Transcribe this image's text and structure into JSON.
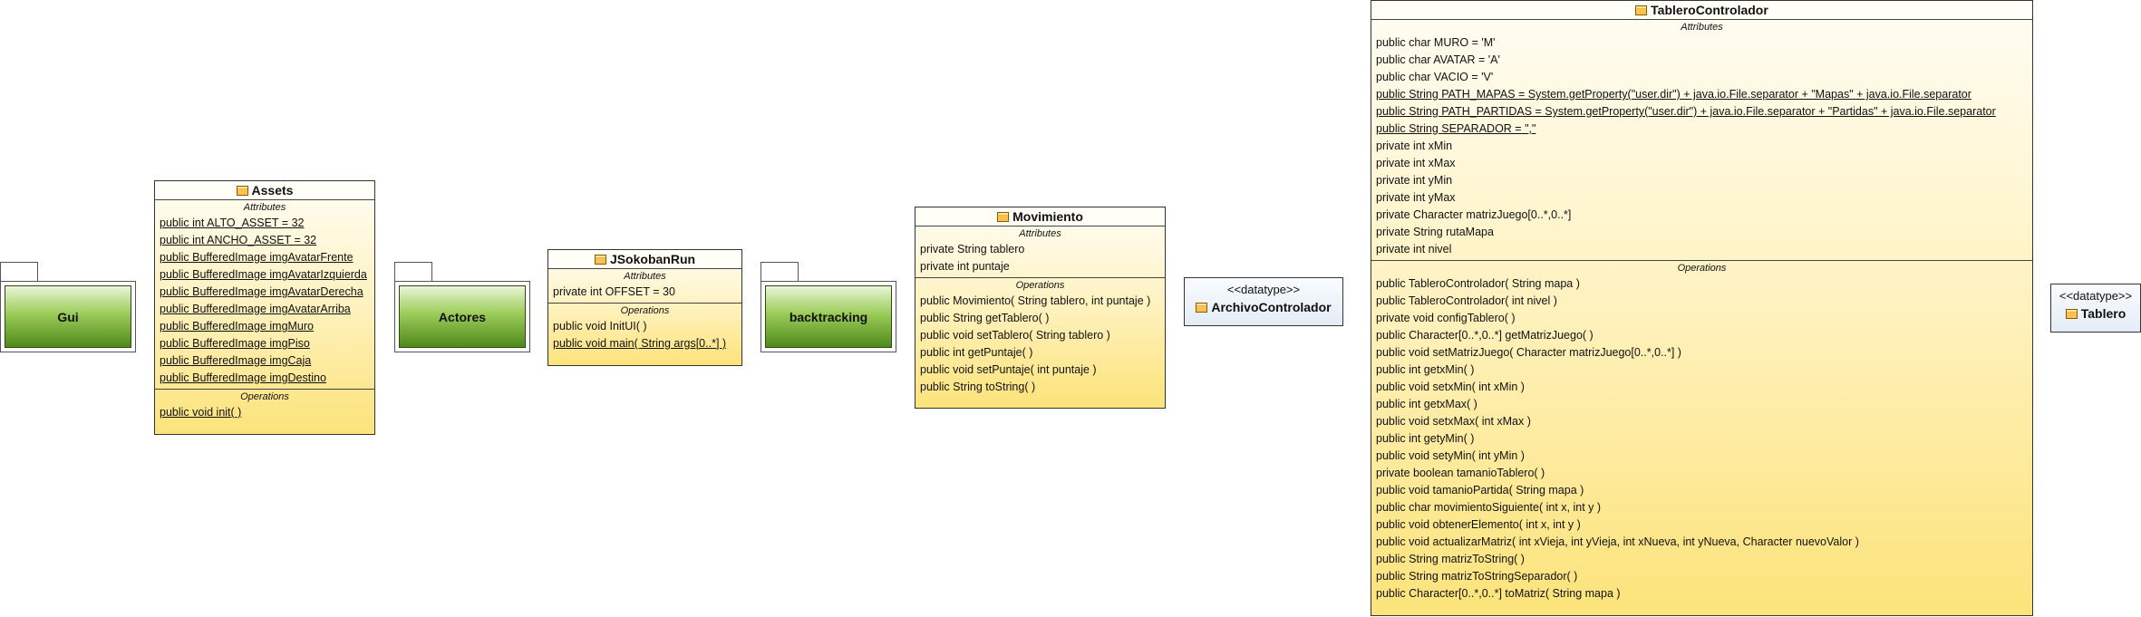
{
  "packages": {
    "gui": "Gui",
    "actores": "Actores",
    "backtracking": "backtracking"
  },
  "icons": {
    "class_icon": "class-icon",
    "datatype_icon": "datatype-icon",
    "package_folder": "package-folder-icon"
  },
  "colors": {
    "class_fill_top": "#fffdf4",
    "class_fill_bottom": "#fce37a",
    "package_green": "#4e8a19",
    "datatype_fill": "#e3ecf6"
  },
  "assets": {
    "name": "Assets",
    "attributes_title": "Attributes",
    "attributes": [
      "public int ALTO_ASSET = 32",
      "public int ANCHO_ASSET = 32",
      "public BufferedImage imgAvatarFrente",
      "public BufferedImage imgAvatarIzquierda",
      "public BufferedImage imgAvatarDerecha",
      "public BufferedImage imgAvatarArriba",
      "public BufferedImage imgMuro",
      "public BufferedImage imgPiso",
      "public BufferedImage imgCaja",
      "public BufferedImage imgDestino"
    ],
    "operations_title": "Operations",
    "operations": [
      "public void  init(  )"
    ]
  },
  "jsokobanrun": {
    "name": "JSokobanRun",
    "attributes_title": "Attributes",
    "attributes": [
      "private int OFFSET = 30"
    ],
    "operations_title": "Operations",
    "operations": [
      "public void  InitUI(  )",
      "public void  main( String args[0..*] )"
    ]
  },
  "movimiento": {
    "name": "Movimiento",
    "attributes_title": "Attributes",
    "attributes": [
      "private String tablero",
      "private int puntaje"
    ],
    "operations_title": "Operations",
    "operations": [
      "public Movimiento( String tablero, int puntaje )",
      "public String  getTablero(  )",
      "public void  setTablero( String tablero )",
      "public int  getPuntaje(  )",
      "public void  setPuntaje( int puntaje )",
      "public String  toString(  )"
    ]
  },
  "archivo": {
    "stereotype": "<<datatype>>",
    "name": "ArchivoControlador"
  },
  "tablerodt": {
    "stereotype": "<<datatype>>",
    "name": "Tablero"
  },
  "tablero": {
    "name": "TableroControlador",
    "attributes_title": "Attributes",
    "attributes": [
      "public char MURO = 'M'",
      "public char AVATAR = 'A'",
      "public char VACIO = 'V'",
      "public String PATH_MAPAS = System.getProperty(\"user.dir\") + java.io.File.separator + \"Mapas\" + java.io.File.separator",
      "public String PATH_PARTIDAS = System.getProperty(\"user.dir\") + java.io.File.separator + \"Partidas\" + java.io.File.separator",
      "public String SEPARADOR = \",\"",
      "private int xMin",
      "private int xMax",
      "private int yMin",
      "private int yMax",
      "private Character matrizJuego[0..*,0..*]",
      "private String rutaMapa",
      "private int nivel"
    ],
    "operations_title": "Operations",
    "operations": [
      "public TableroControlador( String mapa )",
      "public TableroControlador( int nivel )",
      "private void  configTablero(  )",
      "public Character[0..*,0..*]  getMatrizJuego(  )",
      "public void  setMatrizJuego( Character matrizJuego[0..*,0..*] )",
      "public int  getxMin(  )",
      "public void  setxMin( int xMin )",
      "public int  getxMax(  )",
      "public void  setxMax( int xMax )",
      "public int  getyMin(  )",
      "public void  setyMin( int yMin )",
      "private boolean  tamanioTablero(  )",
      "public void  tamanioPartida( String mapa )",
      "public char  movimientoSiguiente( int x, int y )",
      "public void  obtenerElemento( int x, int y )",
      "public void  actualizarMatriz( int xVieja, int yVieja, int xNueva, int yNueva, Character nuevoValor )",
      "public String  matrizToString(  )",
      "public String  matrizToStringSeparador(  )",
      "public Character[0..*,0..*]  toMatriz( String mapa )"
    ]
  }
}
